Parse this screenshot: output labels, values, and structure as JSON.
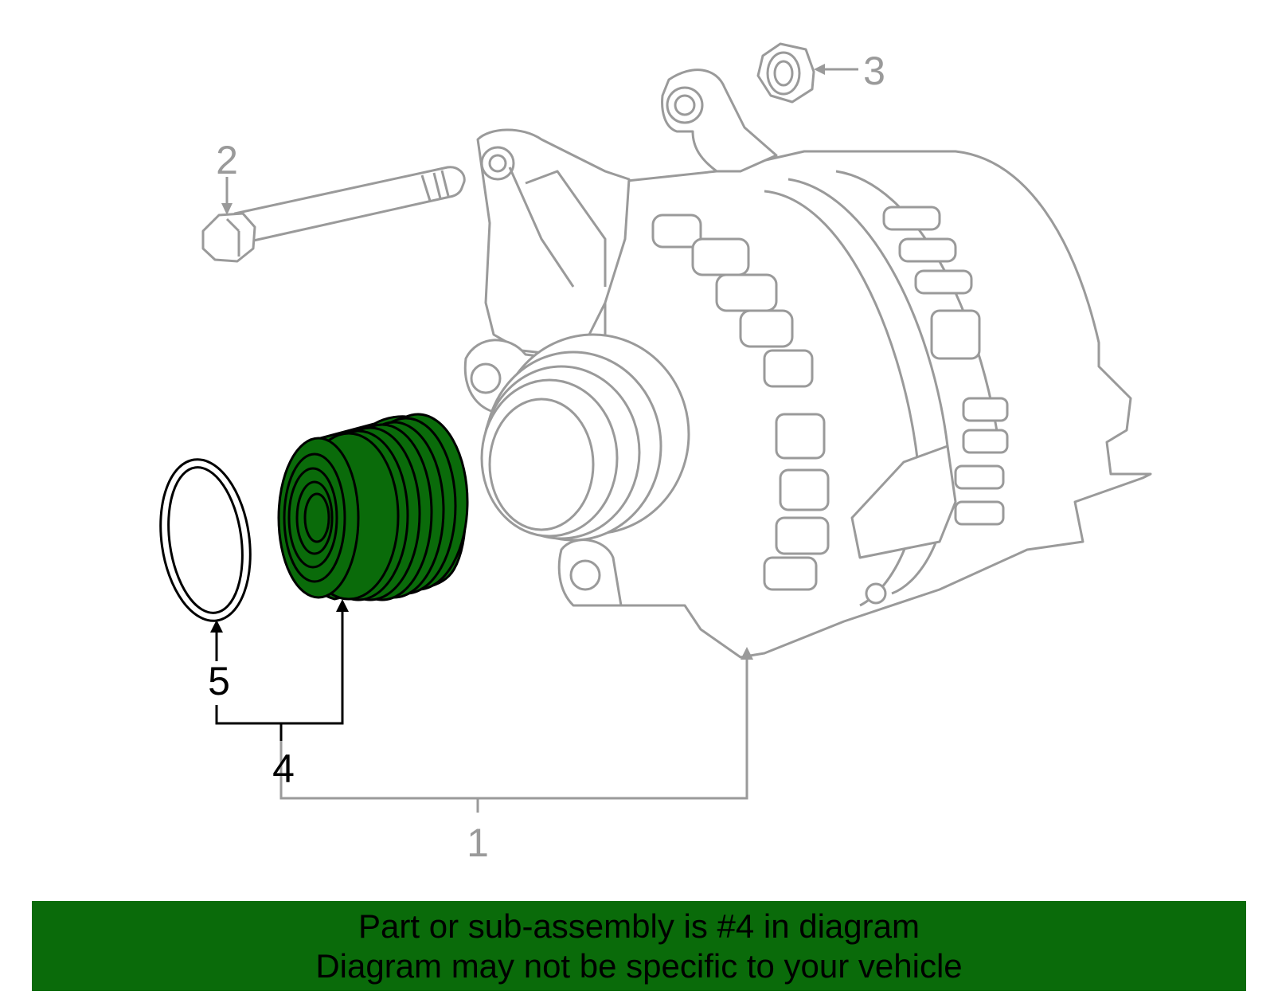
{
  "diagram": {
    "callouts": {
      "c1": "1",
      "c2": "2",
      "c3": "3",
      "c4": "4",
      "c5": "5"
    },
    "parts": {
      "alternator": "alternator-assembly",
      "bolt": "mounting-bolt",
      "nut": "flange-nut",
      "pulley": "pulley",
      "seal": "seal-ring"
    },
    "highlight_color": "#0a6b0a",
    "line_color": "#9a9a9a"
  },
  "banner": {
    "line1": "Part or sub-assembly is #4 in diagram",
    "line2": "Diagram may not be specific to your vehicle",
    "background": "#0a6b0a"
  }
}
